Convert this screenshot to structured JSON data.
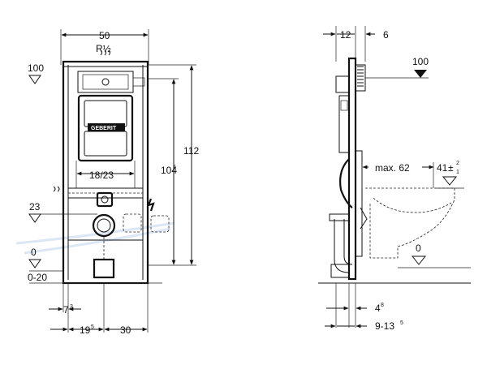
{
  "front_view": {
    "width_label": "50",
    "thread_label": "R½",
    "height_label": "112",
    "height_upper_main": "104",
    "height_upper_sup": "5",
    "flush_width_label": "18/23",
    "level_top": "100",
    "level_mid": "23",
    "level_floor": "0",
    "level_range": "0-20",
    "offset_small_main": "7",
    "offset_small_sup": "3",
    "offset_left_main": "19",
    "offset_left_sup": "5",
    "offset_right": "30",
    "logo_text": "GEBERIT"
  },
  "side_view": {
    "depth_top_left": "12",
    "depth_top_right": "6",
    "level_top": "100",
    "max_label": "max. 62",
    "height_main": "41",
    "height_tolerance": "±",
    "tol_plus": "2",
    "tol_minus": "1",
    "level_floor": "0",
    "depth_bottom_main": "4",
    "depth_bottom_sup": "8",
    "range_bottom_main": "9-13",
    "range_bottom_sup": "5"
  }
}
